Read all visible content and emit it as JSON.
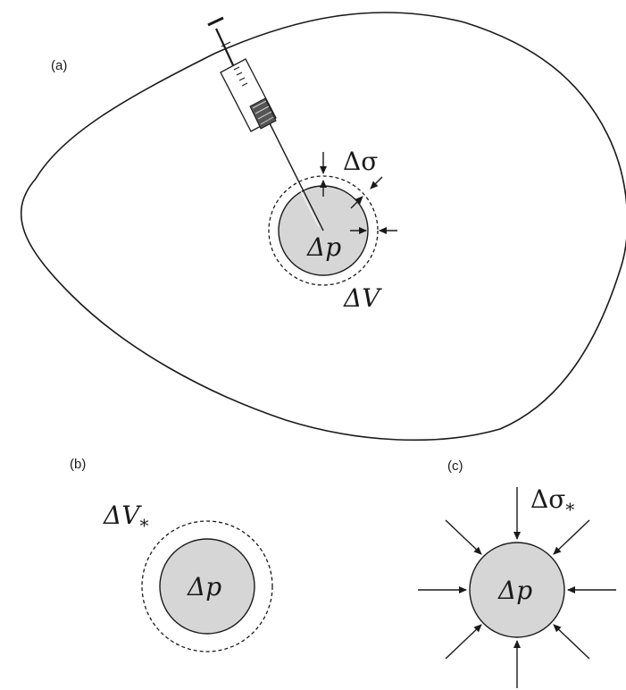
{
  "panels": {
    "a": {
      "label": "(a)",
      "stress_label": "Δσ",
      "pressure_label": "Δp",
      "volume_label": "ΔV"
    },
    "b": {
      "label": "(b)",
      "pressure_label": "Δp",
      "volume_label": "ΔV",
      "volume_sub": "*"
    },
    "c": {
      "label": "(c)",
      "pressure_label": "Δp",
      "stress_label": "Δσ",
      "stress_sub": "*"
    }
  }
}
